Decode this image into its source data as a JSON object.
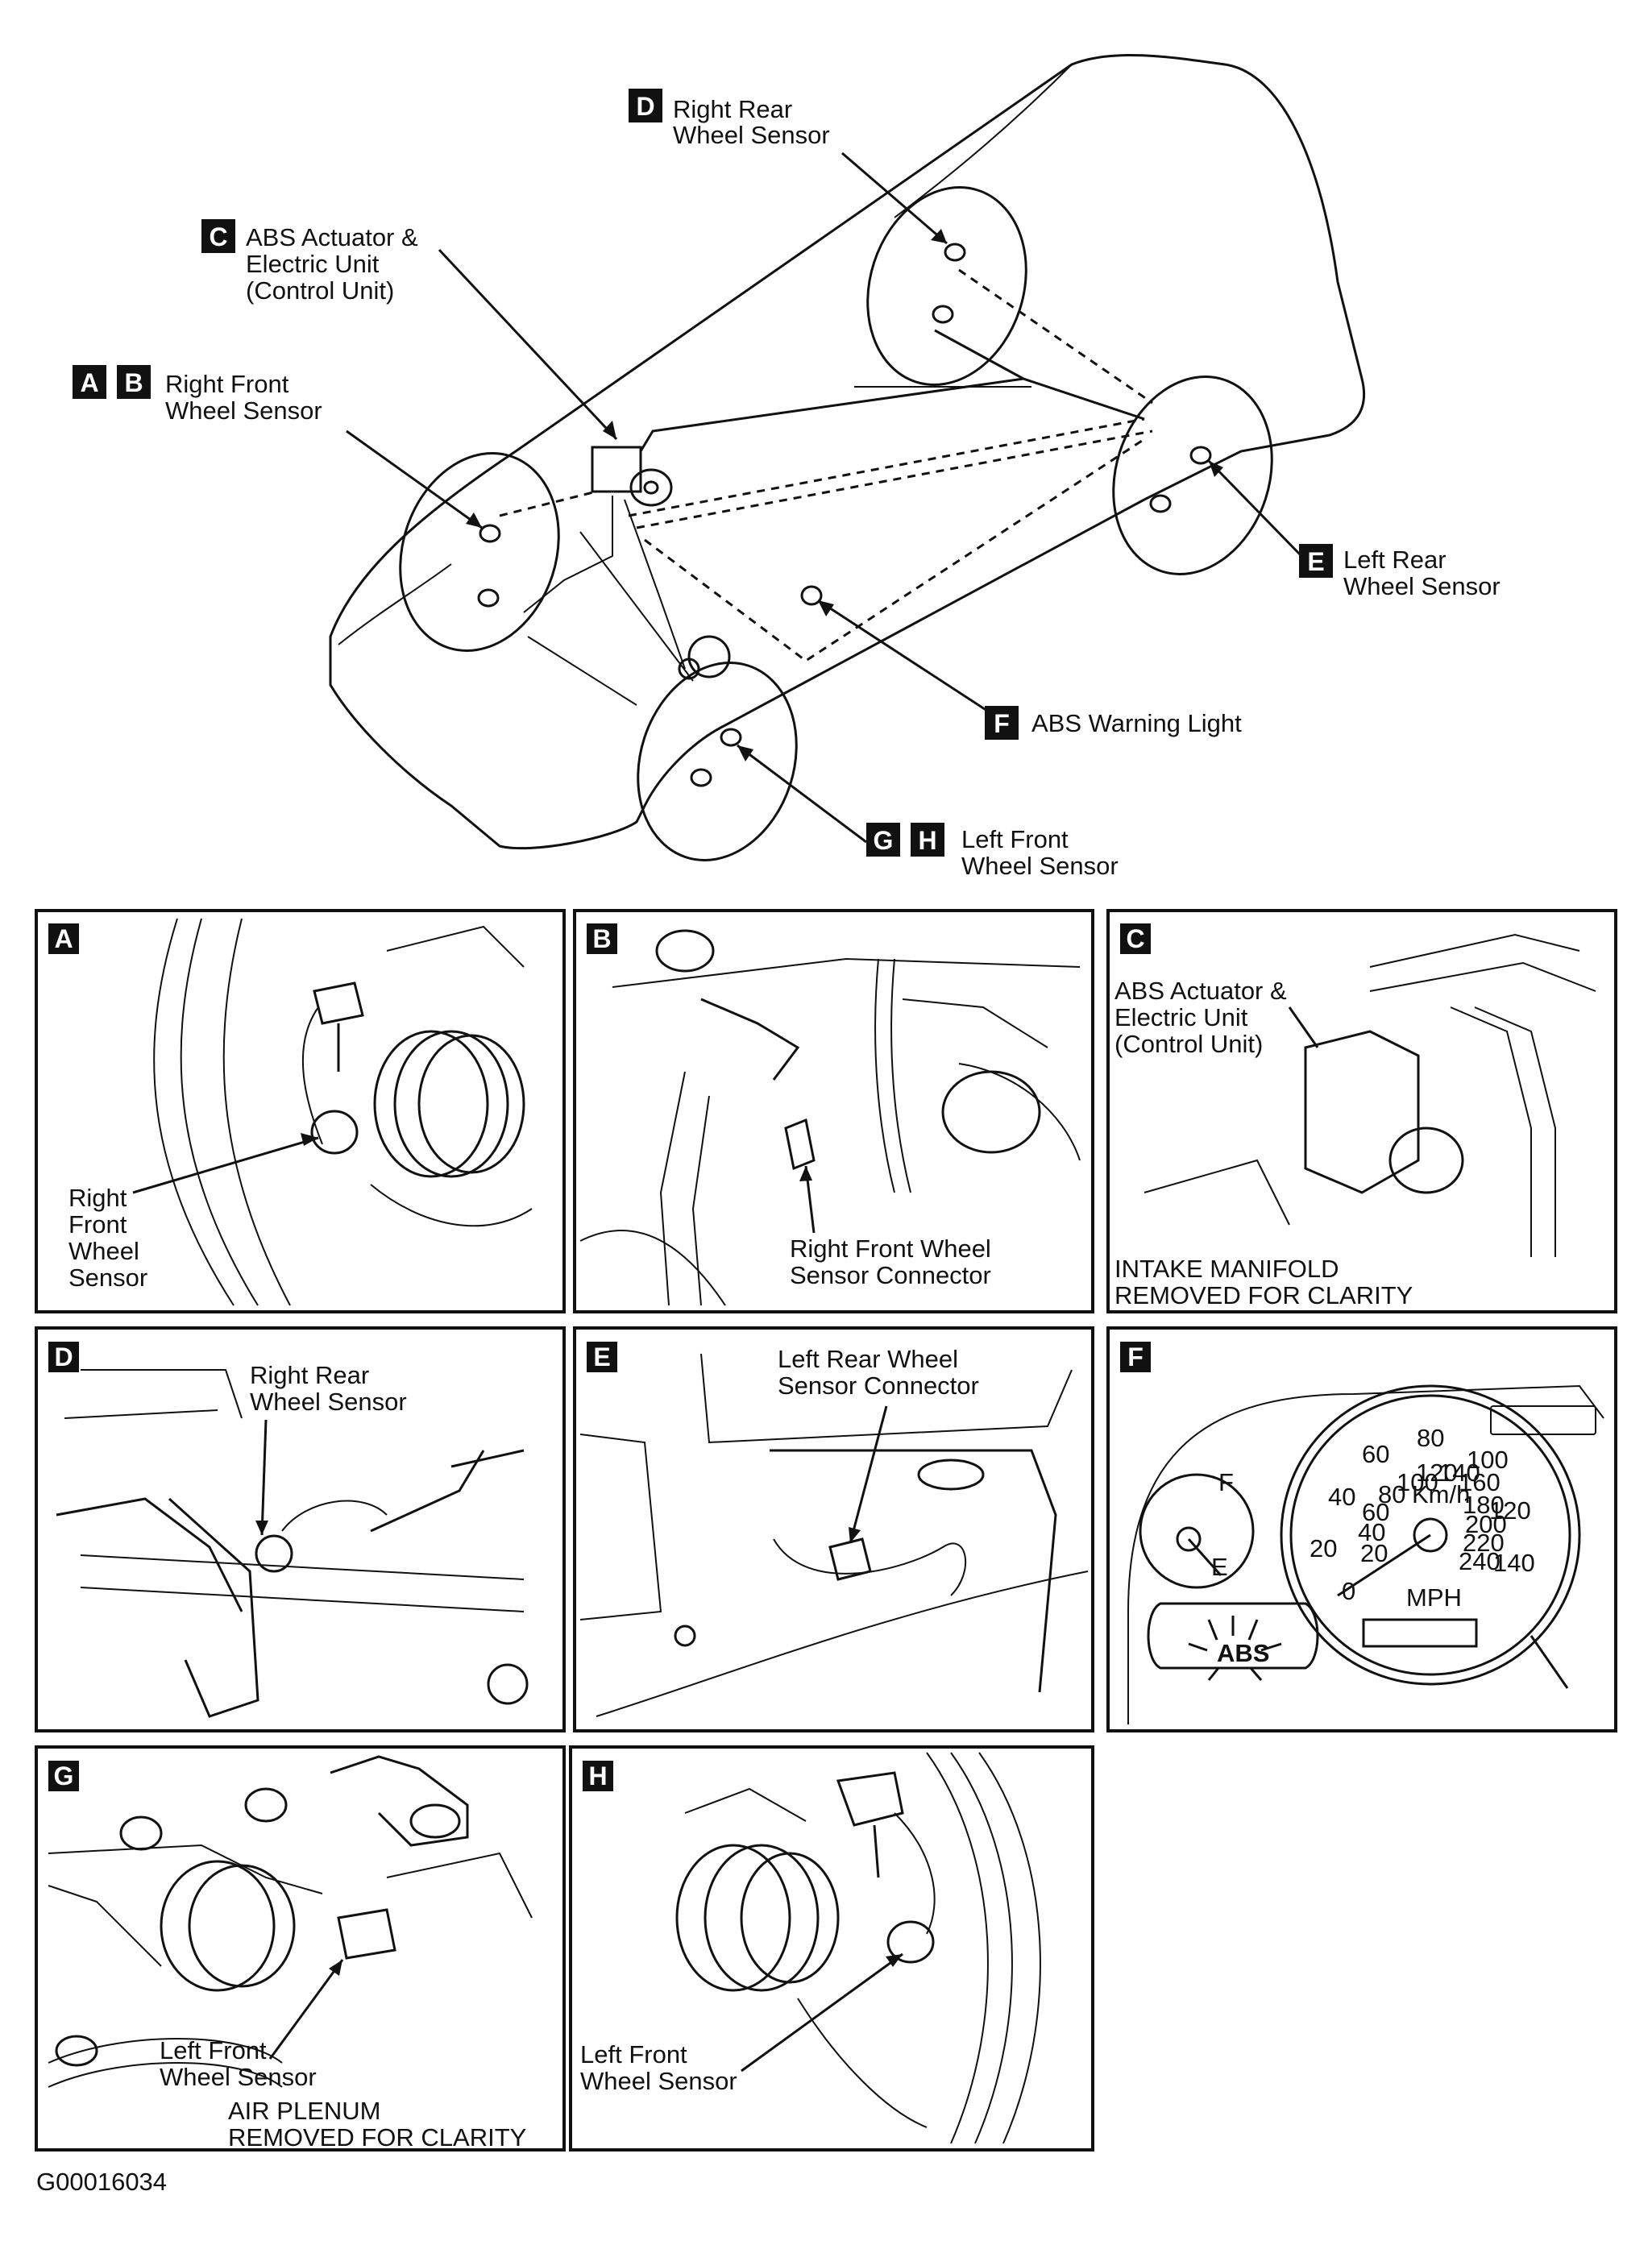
{
  "overview": {
    "callouts": [
      {
        "keys": [
          "D"
        ],
        "lines": [
          "Right Rear",
          "Wheel Sensor"
        ]
      },
      {
        "keys": [
          "C"
        ],
        "lines": [
          "ABS Actuator &",
          "Electric Unit",
          "(Control Unit)"
        ]
      },
      {
        "keys": [
          "A",
          "B"
        ],
        "lines": [
          "Right Front",
          "Wheel Sensor"
        ]
      },
      {
        "keys": [
          "E"
        ],
        "lines": [
          "Left Rear",
          "Wheel Sensor"
        ]
      },
      {
        "keys": [
          "F"
        ],
        "lines": [
          "ABS Warning Light"
        ]
      },
      {
        "keys": [
          "G",
          "H"
        ],
        "lines": [
          "Left Front",
          "Wheel Sensor"
        ]
      }
    ]
  },
  "panels": {
    "A": {
      "key": "A",
      "labels": [
        "Right",
        "Front",
        "Wheel",
        "Sensor"
      ]
    },
    "B": {
      "key": "B",
      "labels": [
        "Right Front Wheel",
        "Sensor Connector"
      ]
    },
    "C": {
      "key": "C",
      "labels": [
        "ABS Actuator &",
        "Electric Unit",
        "(Control Unit)"
      ],
      "note": [
        "INTAKE MANIFOLD",
        "REMOVED FOR CLARITY"
      ]
    },
    "D": {
      "key": "D",
      "labels": [
        "Right Rear",
        "Wheel Sensor"
      ]
    },
    "E": {
      "key": "E",
      "labels": [
        "Left Rear Wheel",
        "Sensor Connector"
      ]
    },
    "F": {
      "key": "F",
      "fuel": {
        "full": "F",
        "empty": "E"
      },
      "speedo_mph": [
        "0",
        "20",
        "40",
        "60",
        "80",
        "100",
        "120",
        "140"
      ],
      "speedo_kmh": [
        "20",
        "40",
        "60",
        "80",
        "100",
        "120",
        "140",
        "160",
        "180",
        "200",
        "220",
        "240"
      ],
      "kmh_unit": "Km/h",
      "mph_unit": "MPH",
      "warning": "ABS"
    },
    "G": {
      "key": "G",
      "labels": [
        "Left Front",
        "Wheel Sensor"
      ],
      "note": [
        "AIR PLENUM",
        "REMOVED FOR CLARITY"
      ]
    },
    "H": {
      "key": "H",
      "labels": [
        "Left Front",
        "Wheel Sensor"
      ]
    }
  },
  "figure_id": "G00016034"
}
